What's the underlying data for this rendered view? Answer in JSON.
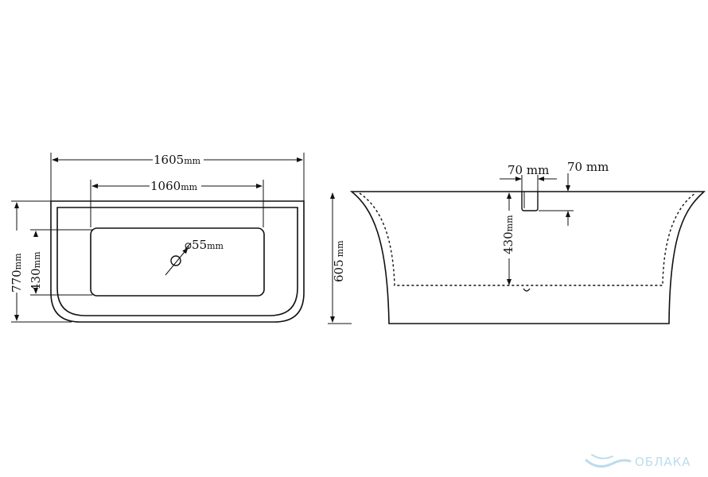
{
  "top_view": {
    "overall_length": {
      "value": "1605",
      "unit": "mm"
    },
    "inner_length": {
      "value": "1060",
      "unit": "mm"
    },
    "overall_width": {
      "value": "770",
      "unit": "mm"
    },
    "inner_width": {
      "value": "430",
      "unit": "mm"
    },
    "drain_diameter": {
      "symbol": "⌀",
      "value": "55",
      "unit": "mm"
    }
  },
  "side_view": {
    "height": {
      "value": "605",
      "unit": "mm"
    },
    "overflow_width": "70 mm",
    "overflow_drop": "70 mm",
    "drain_depth": {
      "value": "430",
      "unit": "mm"
    }
  },
  "watermark": {
    "text": "ОБЛАКА",
    "color": "#bcdcee"
  },
  "colors": {
    "line": "#111111",
    "background": "#ffffff"
  }
}
